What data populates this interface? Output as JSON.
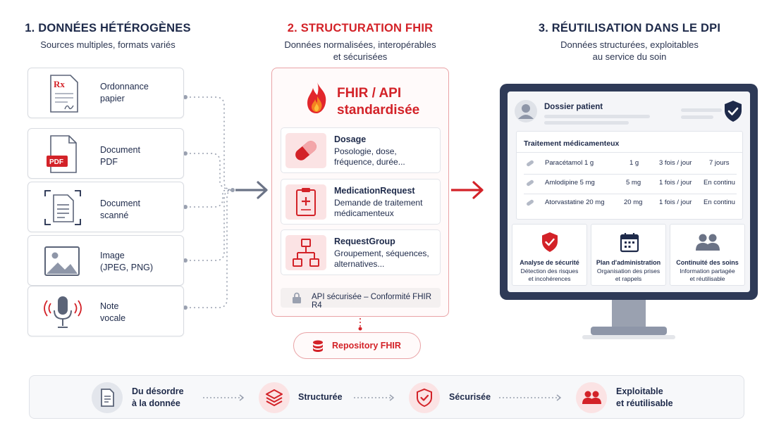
{
  "columns": [
    {
      "title": "1. DONNÉES HÉTÉROGÈNES",
      "subtitle": "Sources multiples, formats variés"
    },
    {
      "title": "2. STRUCTURATION FHIR",
      "subtitle": "Données normalisées, interopérables\net sécurisées"
    },
    {
      "title": "3. RÉUTILISATION DANS LE DPI",
      "subtitle": "Données structurées, exploitables\nau service du soin"
    }
  ],
  "sources": [
    {
      "label": "Ordonnance\npapier",
      "icon": "prescription-icon",
      "icon_text": "Rx"
    },
    {
      "label": "Document\nPDF",
      "icon": "pdf-icon",
      "icon_text": "PDF"
    },
    {
      "label": "Document\nscanné",
      "icon": "scanned-document-icon"
    },
    {
      "label": "Image\n(JPEG, PNG)",
      "icon": "image-icon"
    },
    {
      "label": "Note\nvocale",
      "icon": "microphone-icon"
    }
  ],
  "fhir": {
    "title": "FHIR / API\nstandardisée",
    "icon": "fhir-flame-icon",
    "resources": [
      {
        "name": "Dosage",
        "description": "Posologie, dose,\nfréquence, durée...",
        "icon": "pill-icon"
      },
      {
        "name": "MedicationRequest",
        "description": "Demande de traitement\nmédicamenteux",
        "icon": "clipboard-icon"
      },
      {
        "name": "RequestGroup",
        "description": "Groupement, séquences,\nalternatives...",
        "icon": "hierarchy-icon"
      }
    ],
    "api_note": "API sécurisée – Conformité FHIR R4",
    "repository": "Repository FHIR"
  },
  "dpi": {
    "patient_title": "Dossier patient",
    "table_title": "Traitement médicamenteux",
    "medications": [
      {
        "name": "Paracétamol 1 g",
        "dose": "1 g",
        "frequency": "3 fois / jour",
        "duration": "7 jours"
      },
      {
        "name": "Amlodipine 5 mg",
        "dose": "5 mg",
        "frequency": "1 fois / jour",
        "duration": "En continu"
      },
      {
        "name": "Atorvastatine 20 mg",
        "dose": "20 mg",
        "frequency": "1 fois / jour",
        "duration": "En continu"
      }
    ],
    "features": [
      {
        "name": "Analyse de sécurité",
        "description": "Détection des risques\net incohérences",
        "icon": "shield-check-icon"
      },
      {
        "name": "Plan d'administration",
        "description": "Organisation des prises\net rappels",
        "icon": "calendar-icon"
      },
      {
        "name": "Continuité des soins",
        "description": "Information partagée\net réutilisable",
        "icon": "users-icon"
      }
    ]
  },
  "steps": [
    {
      "label": "Du désordre\nà la donnée",
      "icon": "document-icon"
    },
    {
      "label": "Structurée",
      "icon": "layers-icon"
    },
    {
      "label": "Sécurisée",
      "icon": "shield-icon"
    },
    {
      "label": "Exploitable\net réutilisable",
      "icon": "people-icon"
    }
  ],
  "colors": {
    "navy": "#1e2a4a",
    "red": "#d32228",
    "light_red": "#fbe3e4",
    "gray_blue": "#5b6478"
  }
}
